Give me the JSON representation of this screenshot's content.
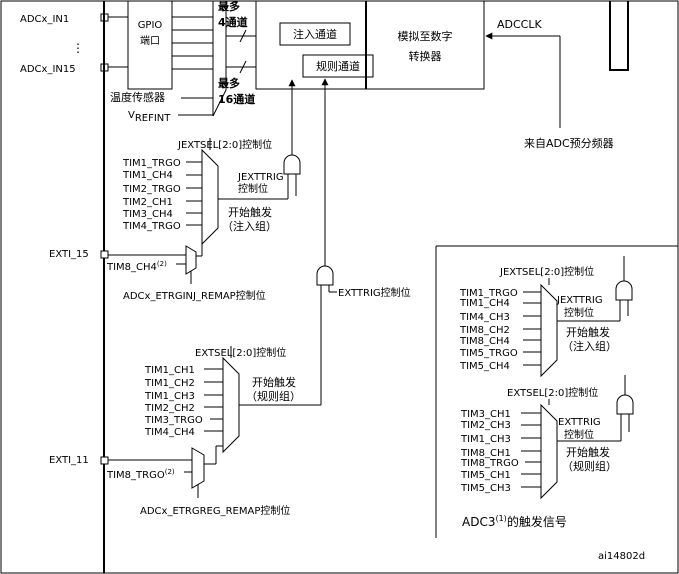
{
  "inputs": {
    "in1": "ADCx_IN1",
    "in15": "ADCx_IN15",
    "dots": "⋮"
  },
  "gpio": {
    "line1": "GPIO",
    "line2": "端口"
  },
  "temp_sensor": "温度传感器",
  "vrefint": {
    "main": "V",
    "sub": "REFINT"
  },
  "channels": {
    "up_max": "最多",
    "up_count": "4通道",
    "low_max": "最多",
    "low_count": "16通道"
  },
  "adc_block": {
    "injected": "注入通道",
    "regular": "规则通道",
    "converter_line1": "模拟至数字",
    "converter_line2": "转换器",
    "adcclk": "ADCCLK",
    "prescaler": "来自ADC预分频器"
  },
  "injected_group": {
    "sel_label": "JEXTSEL[2:0]控制位",
    "sources": [
      "TIM1_TRGO",
      "TIM1_CH4",
      "TIM2_TRGO",
      "TIM2_CH1",
      "TIM3_CH4",
      "TIM4_TRGO"
    ],
    "trig_label_1": "JEXTTRIG",
    "trig_label_2": "控制位",
    "start_label_1": "开始触发",
    "start_label_2": "（注入组）",
    "exti": "EXTI_15",
    "tim8_main": "TIM8_CH4",
    "tim8_note": "(2)",
    "remap": "ADCx_ETRGINJ_REMAP控制位"
  },
  "regular_group": {
    "exttrig_label": "EXTTRIG控制位",
    "sel_label": "EXTSEL[2:0]控制位",
    "sources": [
      "TIM1_CH1",
      "TIM1_CH2",
      "TIM1_CH3",
      "TIM2_CH2",
      "TIM3_TRGO",
      "TIM4_CH4"
    ],
    "start_label_1": "开始触发",
    "start_label_2": "（规则组）",
    "exti": "EXTI_11",
    "tim8_main": "TIM8_TRGO",
    "tim8_note": "(2)",
    "remap": "ADCx_ETRGREG_REMAP控制位"
  },
  "adc3": {
    "inj_sel": "JEXTSEL[2:0]控制位",
    "inj_sources": [
      "TIM1_TRGO",
      "TIM1_CH4",
      "TIM4_CH3",
      "TIM8_CH2",
      "TIM8_CH4",
      "TIM5_TRGO",
      "TIM5_CH4"
    ],
    "inj_trig_1": "JEXTTRIG",
    "inj_trig_2": "控制位",
    "inj_start_1": "开始触发",
    "inj_start_2": "（注入组）",
    "reg_sel": "EXTSEL[2:0]控制位",
    "reg_sources": [
      "TIM3_CH1",
      "TIM2_CH3",
      "TIM1_CH3",
      "TIM8_CH1",
      "TIM8_TRGO",
      "TIM5_CH1",
      "TIM5_CH3"
    ],
    "reg_trig_1": "EXTTRIG",
    "reg_trig_2": "控制位",
    "reg_start_1": "开始触发",
    "reg_start_2": "（规则组）",
    "caption_main": "ADC3",
    "caption_note": "(1)",
    "caption_tail": "的触发信号"
  },
  "figure_id": "ai14802d"
}
